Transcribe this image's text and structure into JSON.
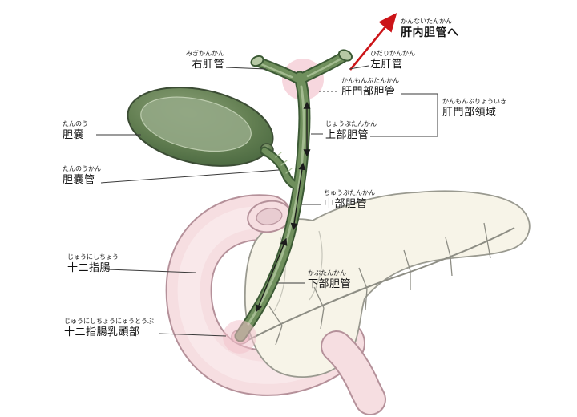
{
  "diagram": {
    "subject": "biliary-tract-anatomy",
    "labels": {
      "intrahepatic": {
        "furigana": "かんないたんかん",
        "text": "肝内胆管へ"
      },
      "right_hepatic": {
        "furigana": "みぎかんかん",
        "text": "右肝管"
      },
      "left_hepatic": {
        "furigana": "ひだりかんかん",
        "text": "左肝管"
      },
      "hilar_duct": {
        "furigana": "かんもんぶたんかん",
        "text": "肝門部胆管"
      },
      "hilar_region": {
        "furigana": "かんもんぶりょういき",
        "text": "肝門部領域"
      },
      "upper_duct": {
        "furigana": "じょうぶたんかん",
        "text": "上部胆管"
      },
      "gallbladder": {
        "furigana": "たんのう",
        "text": "胆嚢"
      },
      "cystic_duct": {
        "furigana": "たんのうかん",
        "text": "胆嚢管"
      },
      "middle_duct": {
        "furigana": "ちゅうぶたんかん",
        "text": "中部胆管"
      },
      "duodenum": {
        "furigana": "じゅうにしちょう",
        "text": "十二指腸"
      },
      "lower_duct": {
        "furigana": "かぶたんかん",
        "text": "下部胆管"
      },
      "papilla": {
        "furigana": "じゅうにしちょうにゅうとうぶ",
        "text": "十二指腸乳頭部"
      }
    },
    "colors": {
      "duct_outline": "#3c5a35",
      "duct_fill": "#6f8f5c",
      "duct_highlight": "#a9c096",
      "duct_cut_fill": "#b7c9a5",
      "gallbladder_outline": "#3b4c34",
      "gallbladder_inner": "#93a885",
      "duodenum_outline": "#b5919a",
      "duodenum_fill": "#f6dee1",
      "duodenum_sheen": "#fbecee",
      "lumen_fill": "#e8ccd1",
      "pancreas_fill": "#f7f4e8",
      "pancreas_outline": "#9a9a90",
      "pancreas_duct": "#8d8d84",
      "highlight_pink": "#f2c2cc",
      "papilla_fill": "#eec3ca",
      "arrow_red": "#cc1418",
      "leader": "#3a3a3a",
      "text": "#111111"
    }
  }
}
